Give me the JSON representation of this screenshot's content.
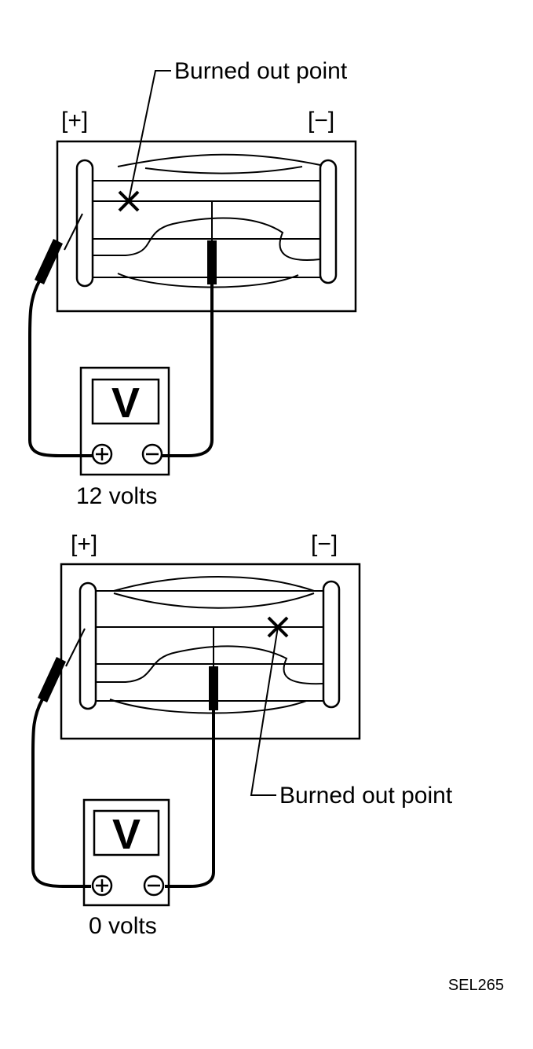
{
  "figure_code": "SEL265",
  "panels": [
    {
      "id": "top",
      "positive_label": "[+]",
      "negative_label": "[−]",
      "burned_label": "Burned out point",
      "meter_symbol": "V",
      "plus_terminal": "+",
      "minus_terminal": "−",
      "reading": "12 volts"
    },
    {
      "id": "bottom",
      "positive_label": "[+]",
      "negative_label": "[−]",
      "burned_label": "Burned out point",
      "meter_symbol": "V",
      "plus_terminal": "+",
      "minus_terminal": "−",
      "reading": "0 volts"
    }
  ]
}
